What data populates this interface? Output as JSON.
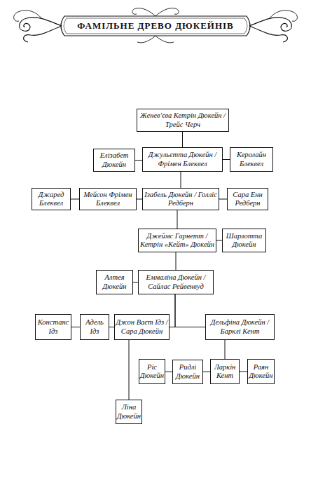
{
  "diagram": {
    "title": "ФАМІЛЬНЕ ДРЕВО ДЮКЕЙНІВ",
    "nodes": [
      {
        "text": [
          "Женев'єва Кетрін Дюкейн / Трейс Черч"
        ]
      },
      {
        "text": [
          "Елізабет Дюкейн"
        ]
      },
      {
        "text": [
          "Джульєтта Дюкейн / Фрімен Блеквел"
        ]
      },
      {
        "text": [
          "Керолайн Блеквел"
        ]
      },
      {
        "text": [
          "Джаред Блеквел"
        ]
      },
      {
        "text": [
          "Мейсон Фрімен Блеквел"
        ]
      },
      {
        "text": [
          "Ізабель Дюкейн / Голліс Редберн"
        ]
      },
      {
        "text": [
          "Сара Енн Редберн"
        ]
      },
      {
        "text": [
          "Джеймс Гарнетт / Кетрін «Кейт» Дюкейн"
        ]
      },
      {
        "text": [
          "Шарлотта Дюкейн"
        ]
      },
      {
        "text": [
          "Алтея Дюкейн"
        ]
      },
      {
        "text": [
          "Еммаліна Дюкейн / Сайлас Рейвенвуд"
        ]
      },
      {
        "text": [
          "Констанс Ідз"
        ]
      },
      {
        "text": [
          "Адель Ідз"
        ]
      },
      {
        "text": [
          "Джон Ваєт Ідз / Сара Дюкейн"
        ]
      },
      {
        "text": [
          "Дельфіна Дюкейн / Барклі Кент"
        ]
      },
      {
        "text": [
          "Ріс Дюкейн"
        ]
      },
      {
        "text": [
          "Ридлі Дюкейн"
        ]
      },
      {
        "text": [
          "Ларкін Кент"
        ]
      },
      {
        "text": [
          "Раян Дюкейн"
        ]
      },
      {
        "text": [
          "Ліна Дюкейн"
        ]
      }
    ],
    "edges": [
      {
        "from": 0,
        "to": 2,
        "arrow": "none"
      },
      {
        "from": 1,
        "to": 2,
        "arrow": "none"
      },
      {
        "from": 2,
        "to": 3,
        "arrow": "none"
      },
      {
        "from": 2,
        "to": 6,
        "arrow": "none"
      },
      {
        "from": 4,
        "to": 5,
        "arrow": "none"
      },
      {
        "from": 5,
        "to": 6,
        "arrow": "none"
      },
      {
        "from": 6,
        "to": 7,
        "arrow": "none"
      },
      {
        "from": 6,
        "to": 8,
        "arrow": "none"
      },
      {
        "from": 8,
        "to": 9,
        "arrow": "none"
      },
      {
        "from": 8,
        "to": 11,
        "arrow": "none"
      },
      {
        "from": 10,
        "to": 11,
        "arrow": "none"
      },
      {
        "from": 11,
        "to": 14,
        "arrow": "none"
      },
      {
        "from": 11,
        "to": 15,
        "arrow": "none"
      },
      {
        "from": 12,
        "to": 13,
        "arrow": "none"
      },
      {
        "from": 13,
        "to": 14,
        "arrow": "none"
      },
      {
        "from": 14,
        "to": 20,
        "arrow": "none"
      },
      {
        "from": 15,
        "to": 18,
        "arrow": "none"
      },
      {
        "from": 16,
        "to": 17,
        "arrow": "none"
      },
      {
        "from": 17,
        "to": 18,
        "arrow": "none"
      },
      {
        "from": 18,
        "to": 19,
        "arrow": "none"
      }
    ]
  }
}
